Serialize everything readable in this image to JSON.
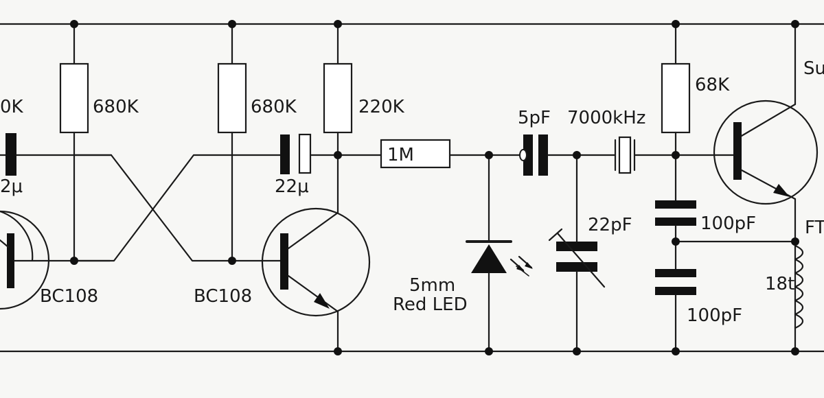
{
  "labels": {
    "r_left_partial": "0K",
    "r1": "680K",
    "r2": "680K",
    "r3": "220K",
    "r4": "1M",
    "r5": "68K",
    "c_left_partial": "2μ",
    "c22u": "22μ",
    "c5p": "5pF",
    "xtal": "7000kHz",
    "c22p": "22pF",
    "c100a": "100pF",
    "c100b": "100pF",
    "q1": "BC108",
    "q2": "BC108",
    "led_size": "5mm",
    "led_name": "Red LED",
    "coil_turns": "18t",
    "top_right_partial": "Su",
    "ft_partial": "FT"
  },
  "colors": {
    "ink": "#1a1a1a",
    "paper": "#f7f7f5"
  }
}
